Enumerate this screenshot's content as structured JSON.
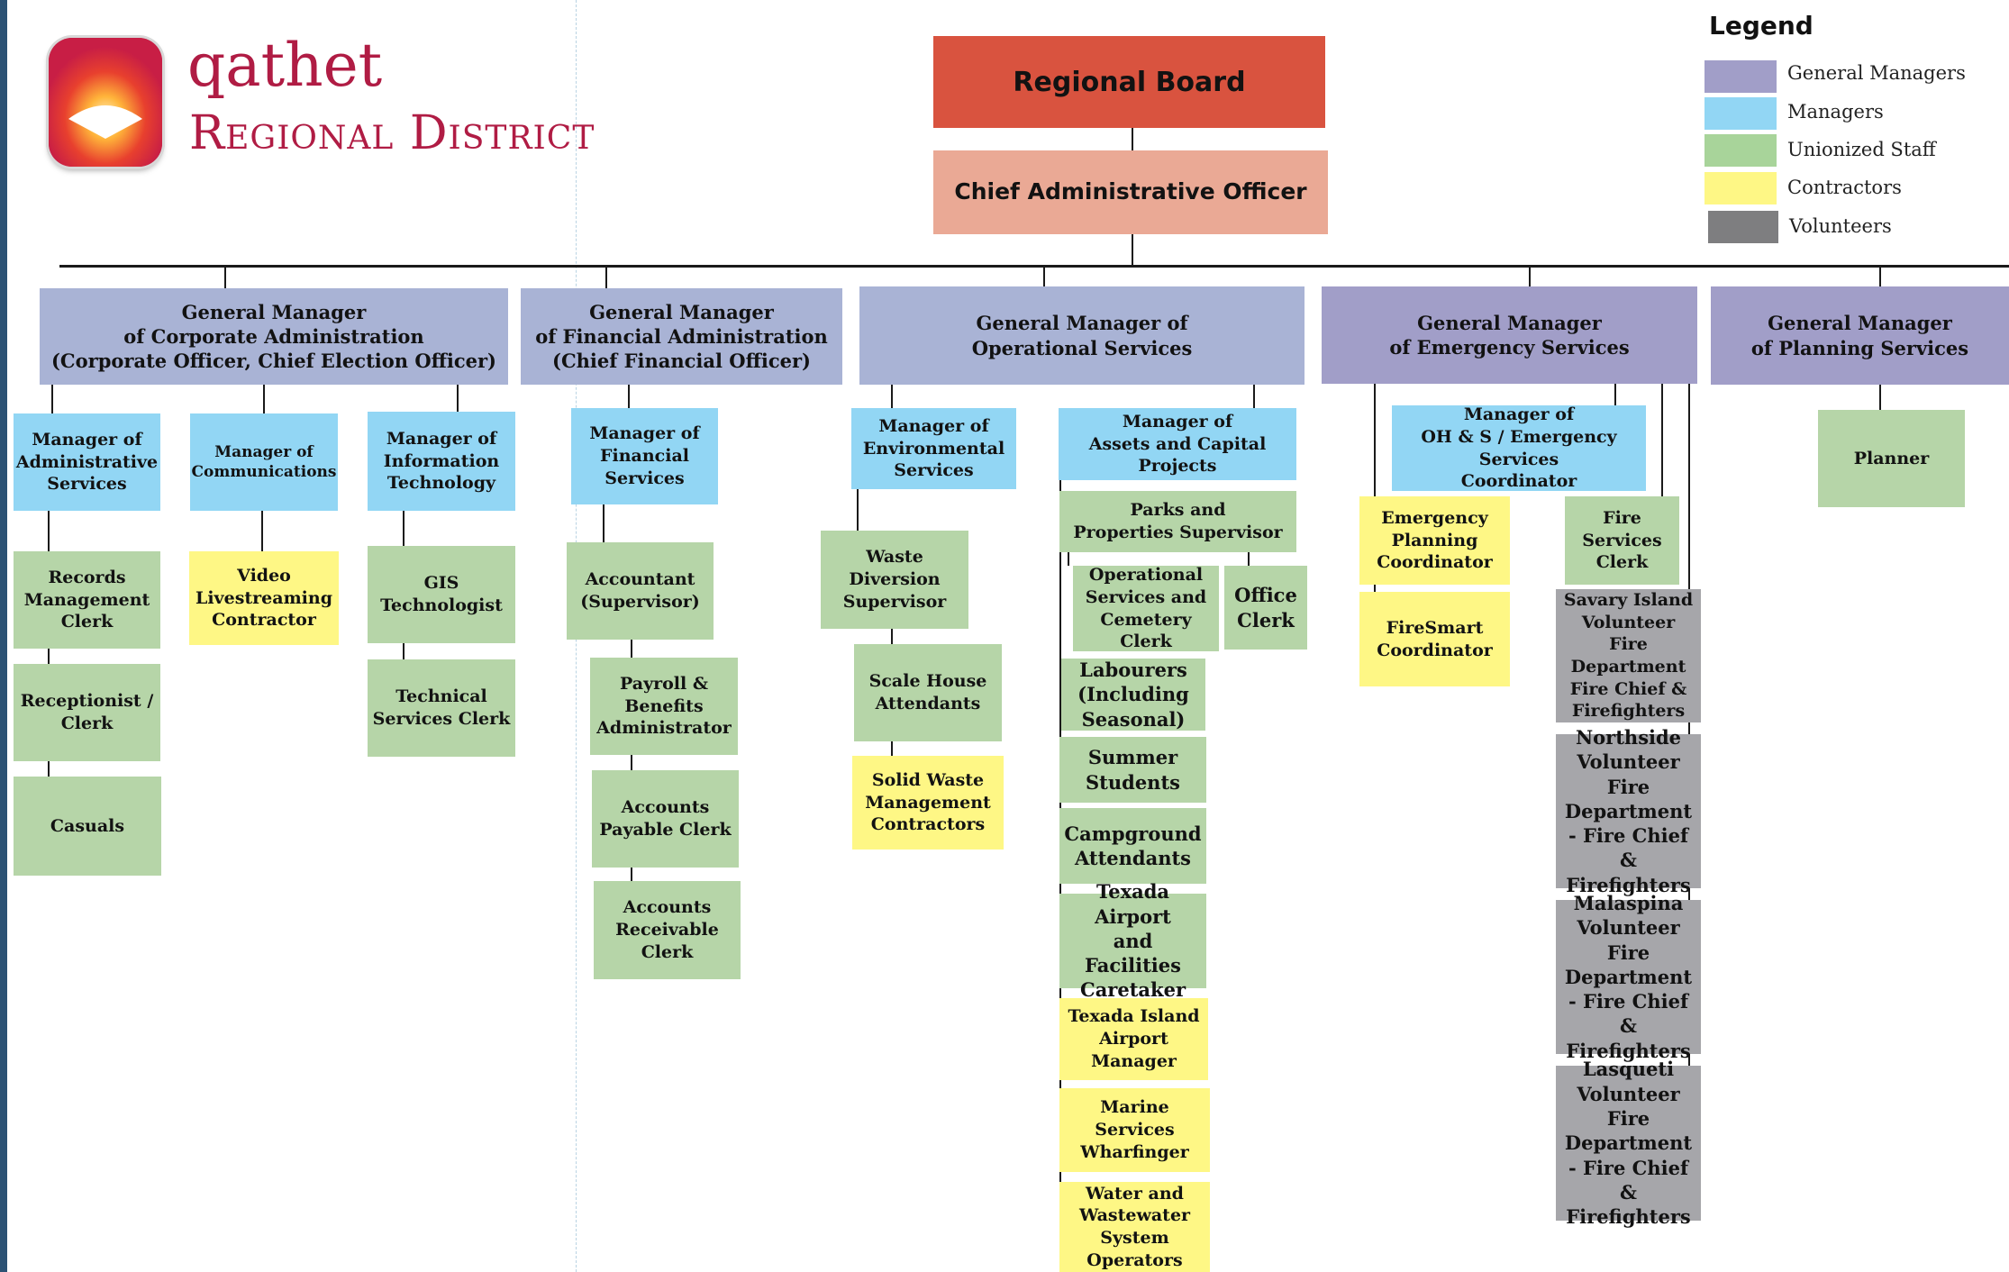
{
  "brand": {
    "name_line1": "qathet",
    "name_line2": "Regional District"
  },
  "legend": {
    "title": "Legend",
    "items": [
      {
        "label": "General Managers",
        "color": "#a19ec8"
      },
      {
        "label": "Managers",
        "color": "#92d6f4"
      },
      {
        "label": "Unionized Staff",
        "color": "#b6d5a8"
      },
      {
        "label": "Contractors",
        "color": "#fef785"
      },
      {
        "label": "Volunteers",
        "color": "#7e7e80"
      }
    ]
  },
  "top": {
    "board": "Regional Board",
    "cao": "Chief Administrative Officer"
  },
  "gm": {
    "corporate": "General Manager\nof Corporate Administration\n(Corporate Officer, Chief Election Officer)",
    "financial": "General Manager\nof Financial Administration\n(Chief Financial Officer)",
    "operational": "General Manager of\nOperational Services",
    "emergency": "General Manager\nof Emergency Services",
    "planning": "General Manager\nof Planning Services"
  },
  "corporate": {
    "admin_mgr": "Manager of\nAdministrative\nServices",
    "comms_mgr": "Manager of\nCommunications",
    "it_mgr": "Manager of\nInformation\nTechnology",
    "records": "Records\nManagement\nClerk",
    "receptionist": "Receptionist /\nClerk",
    "casuals": "Casuals",
    "video": "Video\nLivestreaming\nContractor",
    "gis": "GIS\nTechnologist",
    "tech_clerk": "Technical\nServices Clerk"
  },
  "financial": {
    "mgr": "Manager of\nFinancial\nServices",
    "accountant": "Accountant\n(Supervisor)",
    "payroll": "Payroll &\nBenefits\nAdministrator",
    "ap": "Accounts\nPayable Clerk",
    "ar": "Accounts\nReceivable\nClerk"
  },
  "operational": {
    "env_mgr": "Manager of\nEnvironmental\nServices",
    "waste_sup": "Waste\nDiversion\nSupervisor",
    "scale": "Scale House\nAttendants",
    "solid_waste": "Solid Waste\nManagement\nContractors",
    "assets_mgr": "Manager of\nAssets and Capital Projects",
    "parks_sup": "Parks and\nProperties Supervisor",
    "ops_clerk": "Operational\nServices and\nCemetery Clerk",
    "office_clerk": "Office\nClerk",
    "labourers": "Labourers\n(Including\nSeasonal)",
    "students": "Summer\nStudents",
    "campground": "Campground\nAttendants",
    "airport_caretaker": "Texada Airport\nand Facilities\nCaretaker",
    "airport_mgr": "Texada Island\nAirport\nManager",
    "wharfinger": "Marine\nServices\nWharfinger",
    "water_ops": "Water and\nWastewater\nSystem\nOperators"
  },
  "emergency": {
    "ohs_mgr": "Manager of\nOH & S / Emergency Services\nCoordinator",
    "ep_coord": "Emergency\nPlanning\nCoordinator",
    "firesmart": "FireSmart\nCoordinator",
    "fire_clerk": "Fire\nServices\nClerk",
    "savary": "Savary Island\nVolunteer Fire\nDepartment\nFire Chief &\nFirefighters",
    "northside": "Northside\nVolunteer Fire\nDepartment\n- Fire Chief &\nFirefighters",
    "malaspina": "Malaspina\nVolunteer Fire\nDepartment\n- Fire Chief &\nFirefighters",
    "lasqueti": "Lasqueti\nVolunteer Fire\nDepartment\n- Fire Chief &\nFirefighters"
  },
  "planning": {
    "planner": "Planner"
  }
}
